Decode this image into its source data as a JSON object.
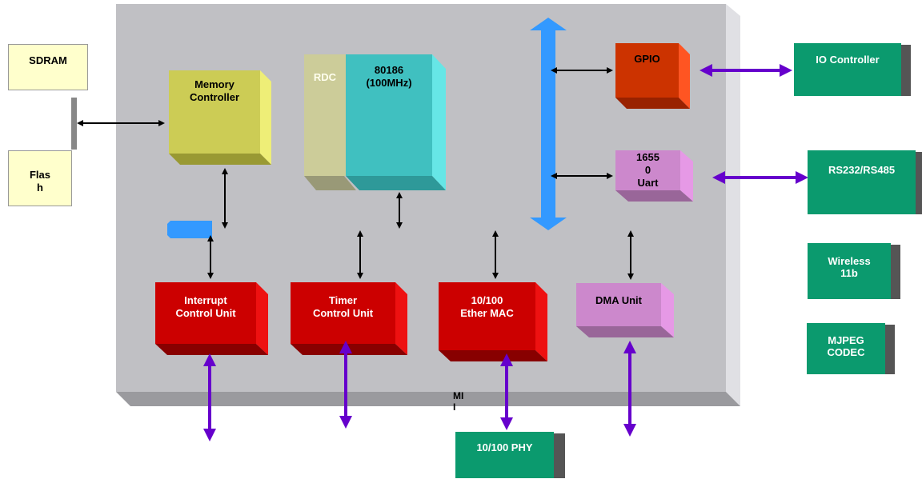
{
  "external": {
    "sdram": "SDRAM",
    "flash": "Flas\nh"
  },
  "chip": {
    "memory_controller": "Memory\nController",
    "rdc": "RDC",
    "cpu": "80186\n(100MHz)",
    "gpio": "GPIO",
    "uart": "1655\n0\nUart",
    "interrupt": "Interrupt\nControl Unit",
    "timer": "Timer\nControl Unit",
    "ether_mac": "10/100\nEther MAC",
    "dma": "DMA Unit",
    "mii": "MI\nI"
  },
  "peripherals": {
    "io_controller": "IO Controller",
    "rs232": "RS232/RS485",
    "wireless": "Wireless\n11b",
    "mjpeg": "MJPEG\nCODEC",
    "phy": "10/100 PHY"
  },
  "colors": {
    "chip_bg": "#c0c0c4",
    "memctrl": "#cccc55",
    "rdc": "#cccc99",
    "cpu": "#40c0c0",
    "red_block": "#cc0000",
    "gpio": "#cc3300",
    "purple_block": "#cc88cc",
    "green_block": "#009966",
    "bus_blue": "#3399ff",
    "arrow_purple": "#6600cc"
  }
}
